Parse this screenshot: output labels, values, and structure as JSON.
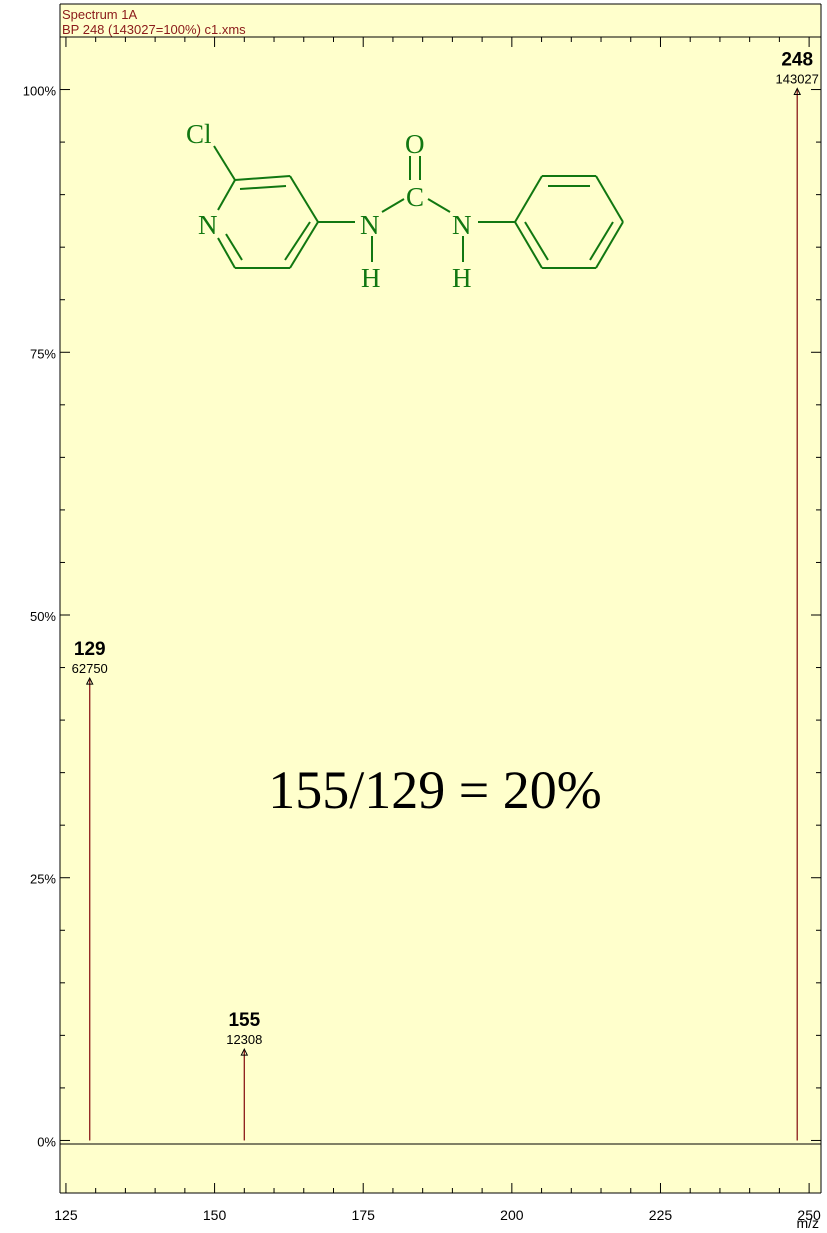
{
  "header": {
    "title": "Spectrum 1A",
    "subtitle": "BP 248 (143027=100%) c1.xms"
  },
  "annotation": "155/129 = 20%",
  "molecule": {
    "atoms": {
      "cl": "Cl",
      "n_ring": "N",
      "n1": "N",
      "h1": "H",
      "c": "C",
      "o": "O",
      "n2": "N",
      "h2": "H"
    }
  },
  "colors": {
    "plot_background": "#ffffcc",
    "peak_line": "#8b1a1a",
    "header_text": "#8b1a1a",
    "structure": "#117711"
  },
  "chart_data": {
    "type": "bar",
    "title": "Spectrum 1A",
    "subtitle": "BP 248 (143027=100%) c1.xms",
    "xlabel": "m/z",
    "ylabel": "",
    "xlim": [
      124,
      252
    ],
    "ylim": [
      -5,
      105
    ],
    "x_ticks": [
      125,
      150,
      175,
      200,
      225,
      250
    ],
    "y_ticks": [
      0,
      25,
      50,
      75,
      100
    ],
    "y_tick_labels": [
      "0%",
      "25%",
      "50%",
      "75%",
      "100%"
    ],
    "grid": false,
    "series": [
      {
        "peaks": [
          {
            "mz": 129,
            "abundance": 62750,
            "relative": 43.9,
            "label": "129",
            "value_label": "62750"
          },
          {
            "mz": 155,
            "abundance": 12308,
            "relative": 8.6,
            "label": "155",
            "value_label": "12308"
          },
          {
            "mz": 248,
            "abundance": 143027,
            "relative": 100,
            "label": "248",
            "value_label": "143027"
          }
        ]
      }
    ]
  }
}
